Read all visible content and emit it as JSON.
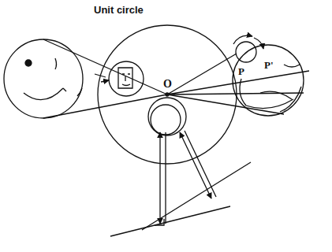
{
  "diagram": {
    "labels": [
      "Unit circle",
      "O",
      "P",
      "P'"
    ]
  }
}
